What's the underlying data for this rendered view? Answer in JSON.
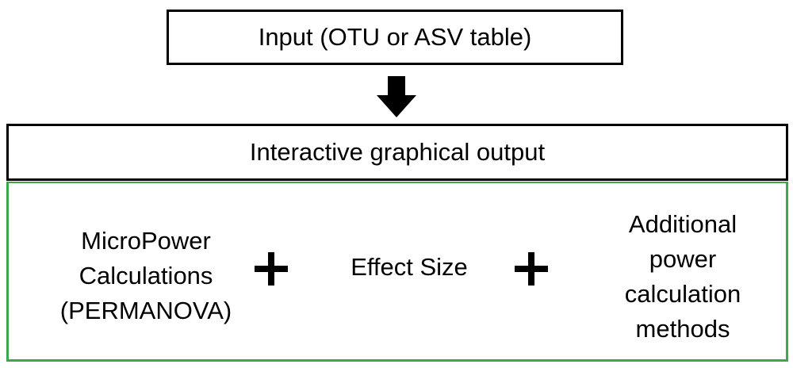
{
  "input": {
    "label": "Input (OTU or ASV table)"
  },
  "output": {
    "label": "Interactive graphical output"
  },
  "methods": [
    {
      "lines": [
        "MicroPower",
        "Calculations",
        "(PERMANOVA)"
      ]
    },
    {
      "lines": [
        "Effect Size"
      ]
    },
    {
      "lines": [
        "Additional",
        "power",
        "calculation",
        "methods"
      ]
    }
  ],
  "colors": {
    "box_border": "#000000",
    "methods_border": "#3aa94a",
    "arrow": "#000000"
  },
  "icons": {
    "flow_arrow": "down-arrow-icon",
    "combine": "plus-icon"
  }
}
